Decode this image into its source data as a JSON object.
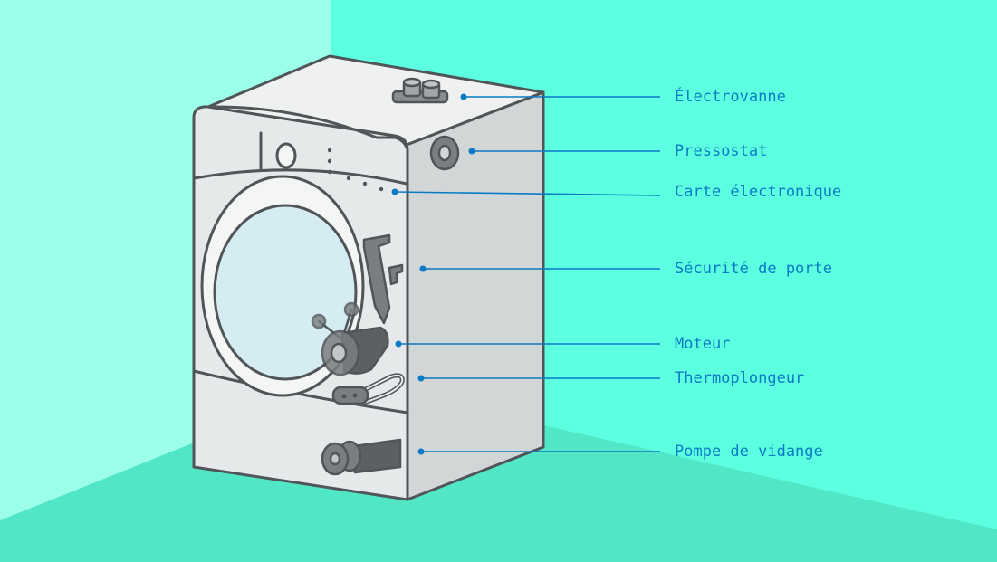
{
  "diagram": {
    "subject": "washing-machine",
    "colors": {
      "wall_left": "#9cffea",
      "wall_right": "#5cffe0",
      "floor": "#50e6c6",
      "machine_front": "#e6e9ea",
      "machine_side": "#d2d6d7",
      "machine_top": "#eff1f1",
      "outline": "#505558",
      "window": "#d5ecf2",
      "component": "#7b7e81",
      "component_dark": "#5d6063",
      "callout": "#0a7ac4"
    },
    "labels": [
      {
        "id": "electrovanne",
        "text": "Électrovanne"
      },
      {
        "id": "pressostat",
        "text": "Pressostat"
      },
      {
        "id": "carte-electronique",
        "text": "Carte électronique"
      },
      {
        "id": "securite-de-porte",
        "text": "Sécurité de porte"
      },
      {
        "id": "moteur",
        "text": "Moteur"
      },
      {
        "id": "thermoplongeur",
        "text": "Thermoplongeur"
      },
      {
        "id": "pompe-de-vidange",
        "text": "Pompe de vidange"
      }
    ]
  }
}
